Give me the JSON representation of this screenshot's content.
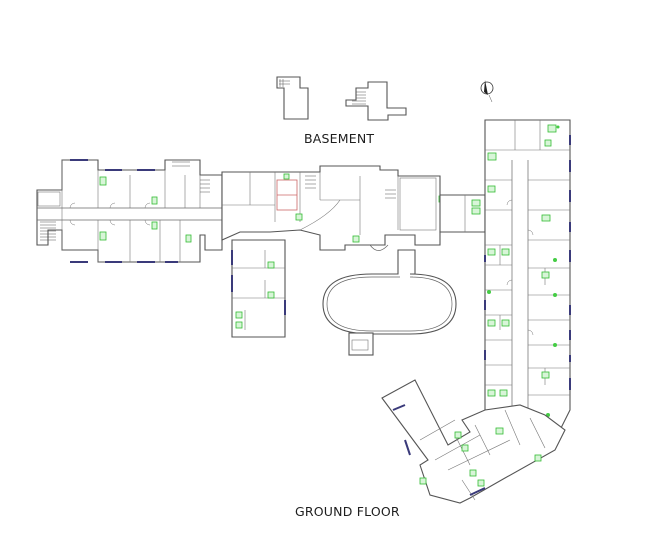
{
  "drawing": {
    "type": "architectural floor plan",
    "background": "#ffffff",
    "wall_color": "#555555",
    "window_color": "#3a3a7a",
    "sanitary_highlight_color": "#33bb33",
    "kitchen_highlight_color": "#cc6666"
  },
  "labels": {
    "basement": "BASEMENT",
    "ground_floor": "GROUND FLOOR"
  },
  "north_arrow": {
    "icon": "compass-north-arrow-icon"
  },
  "plans": [
    {
      "name": "basement",
      "parts": [
        "small basement room with stair (left)",
        "basement room with stair (right)"
      ]
    },
    {
      "name": "ground_floor",
      "wings": [
        "west wing (double-loaded corridor)",
        "central block",
        "south-central annex",
        "oval courtyard / pool room",
        "east wing (long north-south corridor)",
        "south-east angled wing"
      ]
    }
  ]
}
